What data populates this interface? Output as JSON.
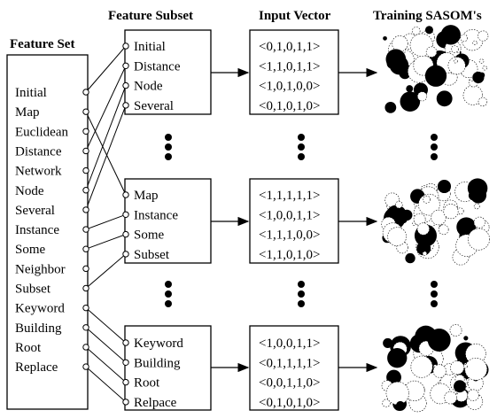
{
  "headers": {
    "feature_set": "Feature Set",
    "feature_subset": "Feature Subset",
    "input_vector": "Input Vector",
    "training_sasoms": "Training SASOM's"
  },
  "feature_set": [
    "Initial",
    "Map",
    "Euclidean",
    "Distance",
    "Network",
    "Node",
    "Several",
    "Instance",
    "Some",
    "Neighbor",
    "Subset",
    "Keyword",
    "Building",
    "Root",
    "Replace"
  ],
  "groups": [
    {
      "subset": [
        "Initial",
        "Distance",
        "Node",
        "Several"
      ],
      "vectors": [
        "<0,1,0,1,1>",
        "<1,1,0,1,1>",
        "<1,0,1,0,0>",
        "<0,1,0,1,0>"
      ]
    },
    {
      "subset": [
        "Map",
        "Instance",
        "Some",
        "Subset"
      ],
      "vectors": [
        "<1,1,1,1,1>",
        "<1,0,0,1,1>",
        "<1,1,1,0,0>",
        "<1,1,0,1,0>"
      ]
    },
    {
      "subset": [
        "Keyword",
        "Building",
        "Root",
        "Relpace"
      ],
      "vectors": [
        "<1,0,0,1,1>",
        "<0,1,1,1,1>",
        "<0,0,1,1,0>",
        "<0,1,0,1,0>"
      ]
    }
  ],
  "connections": [
    [
      0,
      0,
      0
    ],
    [
      3,
      0,
      1
    ],
    [
      5,
      0,
      2
    ],
    [
      6,
      0,
      3
    ],
    [
      1,
      1,
      0
    ],
    [
      7,
      1,
      1
    ],
    [
      8,
      1,
      2
    ],
    [
      10,
      1,
      3
    ],
    [
      11,
      2,
      0
    ],
    [
      12,
      2,
      1
    ],
    [
      13,
      2,
      2
    ],
    [
      14,
      2,
      3
    ]
  ]
}
